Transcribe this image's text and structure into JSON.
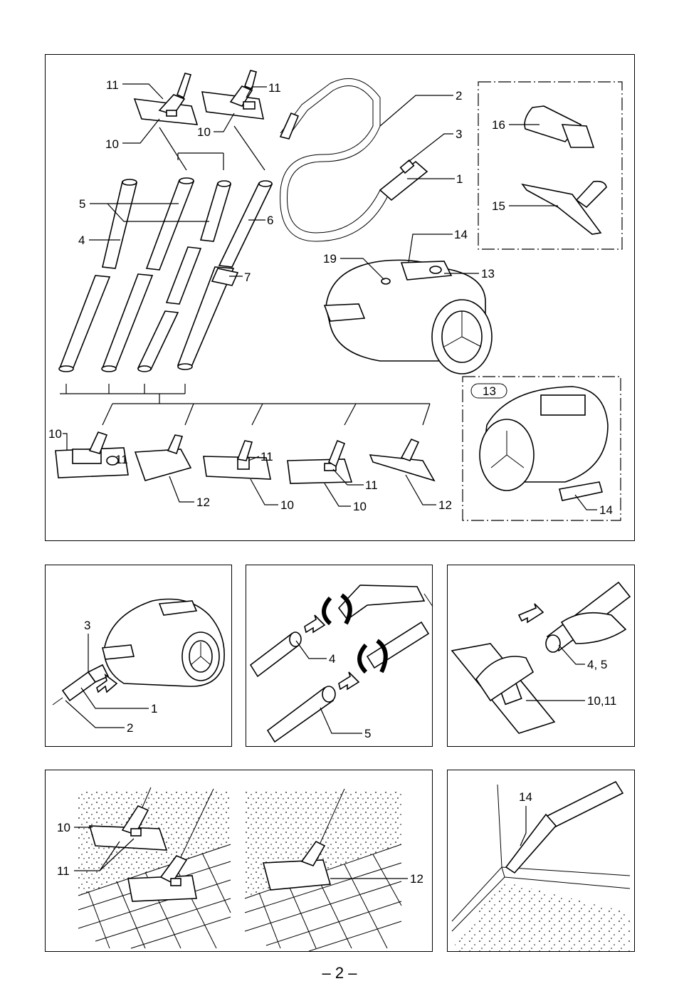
{
  "panels": {
    "overview": {
      "labels": {
        "l11a": "11",
        "l11b": "11",
        "l10a": "10",
        "l10b": "10",
        "l2": "2",
        "l3": "3",
        "l1": "1",
        "l16": "16",
        "l15": "15",
        "l5": "5",
        "l6": "6",
        "l4": "4",
        "l7": "7",
        "l14": "14",
        "l19": "19",
        "l13": "13",
        "inset13": "13",
        "l10c": "10",
        "l11c": "11",
        "l11d": "11",
        "l11e": "11",
        "l12a": "12",
        "l10d": "10",
        "l10e": "10",
        "l12b": "12",
        "l14b": "14"
      }
    },
    "connect_hose": {
      "labels": {
        "l3": "3",
        "l1": "1",
        "l2": "2"
      }
    },
    "twist_tubes": {
      "labels": {
        "l4": "4",
        "l5": "5"
      }
    },
    "attach_nozzle": {
      "labels": {
        "l45": "4, 5",
        "l1011": "10,11"
      }
    },
    "floor_use": {
      "labels": {
        "l10": "10",
        "l11": "11",
        "l12": "12"
      }
    },
    "crevice_use": {
      "labels": {
        "l14": "14"
      }
    }
  },
  "page_number": "– 2 –"
}
